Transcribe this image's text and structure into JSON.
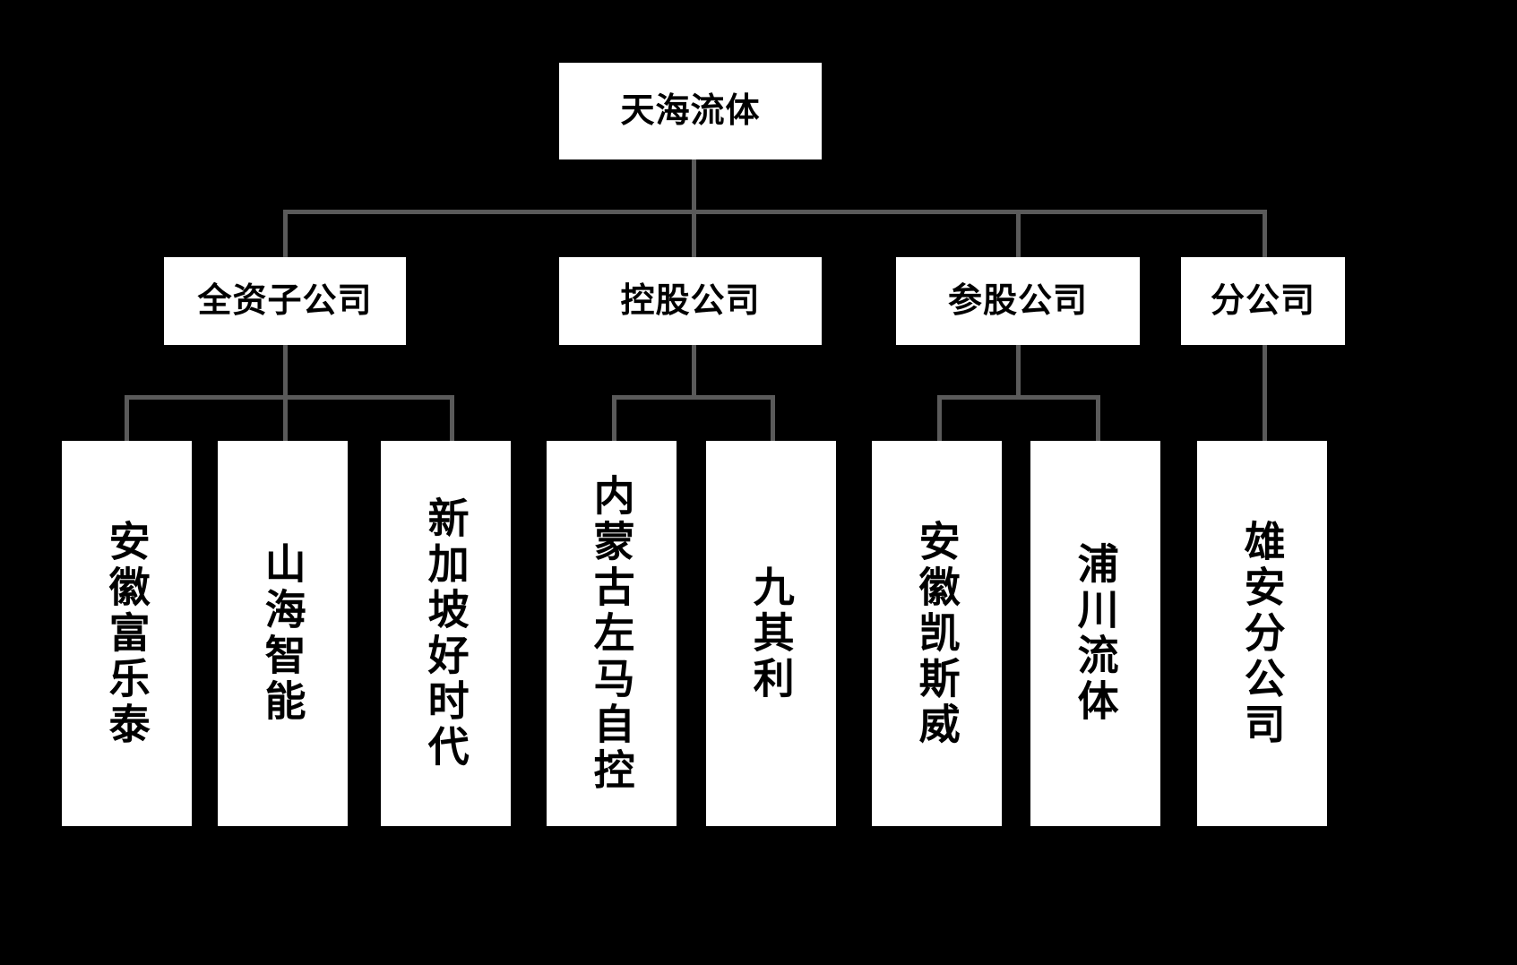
{
  "diagram": {
    "type": "org-chart",
    "background_color": "#000000",
    "node_fill_color": "#ffffff",
    "node_text_color": "#000000",
    "connector_color": "#5a5a5a",
    "root": {
      "label": "天海流体"
    },
    "categories": [
      {
        "label": "全资子公司"
      },
      {
        "label": "控股公司"
      },
      {
        "label": "参股公司"
      },
      {
        "label": "分公司"
      }
    ],
    "leaves": [
      {
        "label": "安徽富乐泰",
        "parent": "全资子公司"
      },
      {
        "label": "山海智能",
        "parent": "全资子公司"
      },
      {
        "label": "新加坡好时代",
        "parent": "全资子公司"
      },
      {
        "label": "内蒙古左马自控",
        "parent": "控股公司"
      },
      {
        "label": "九其利",
        "parent": "控股公司"
      },
      {
        "label": "安徽凯斯威",
        "parent": "参股公司"
      },
      {
        "label": "浦川流体",
        "parent": "参股公司"
      },
      {
        "label": "雄安分公司",
        "parent": "分公司"
      }
    ]
  }
}
